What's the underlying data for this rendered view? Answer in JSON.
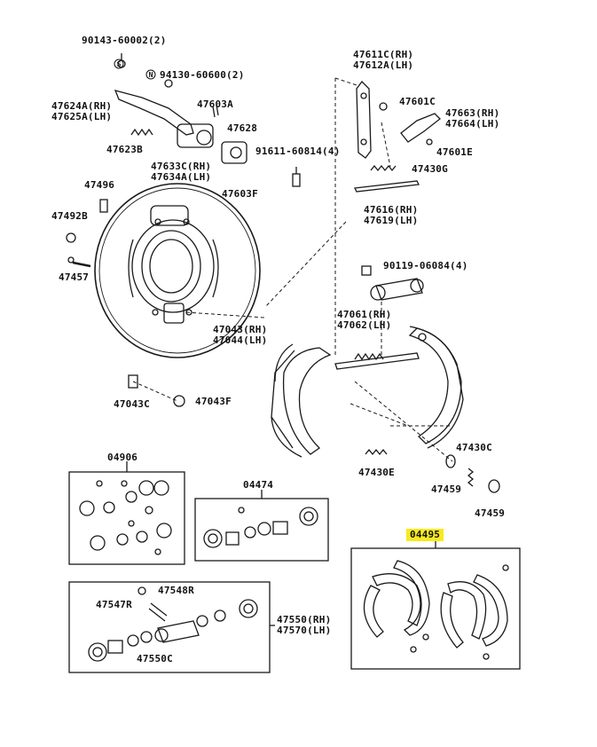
{
  "labels": {
    "p90143": "90143-60002(2)",
    "p94130": "94130-60600(2)",
    "p47624": "47624A(RH)",
    "p47625": "47625A(LH)",
    "p47603a": "47603A",
    "p47628": "47628",
    "p47623": "47623B",
    "p47633": "47633C(RH)",
    "p47634": "47634A(LH)",
    "p91611": "91611-60814(4)",
    "p47603f": "47603F",
    "p47496": "47496",
    "p47492": "47492B",
    "p47457": "47457",
    "p47043rh": "47043(RH)",
    "p47044lh": "47044(LH)",
    "p47043c": "47043C",
    "p47043f": "47043F",
    "p47611": "47611C(RH)",
    "p47612": "47612A(LH)",
    "p47601c": "47601C",
    "p47663": "47663(RH)",
    "p47664": "47664(LH)",
    "p47601e": "47601E",
    "p47430g": "47430G",
    "p47616": "47616(RH)",
    "p47619": "47619(LH)",
    "p90119": "90119-06084(4)",
    "p47061": "47061(RH)",
    "p47062": "47062(LH)",
    "p47430c": "47430C",
    "p47430e": "47430E",
    "p47459a": "47459",
    "p47459b": "47459",
    "k04906": "04906",
    "k04474": "04474",
    "k04495": "04495",
    "p47548r": "47548R",
    "p47547r": "47547R",
    "p47550c": "47550C",
    "p47550rh": "47550(RH)",
    "p47570lh": "47570(LH)"
  },
  "colors": {
    "line": "#1a1a1a",
    "highlight": "#f7ea1f",
    "background": "#ffffff"
  }
}
